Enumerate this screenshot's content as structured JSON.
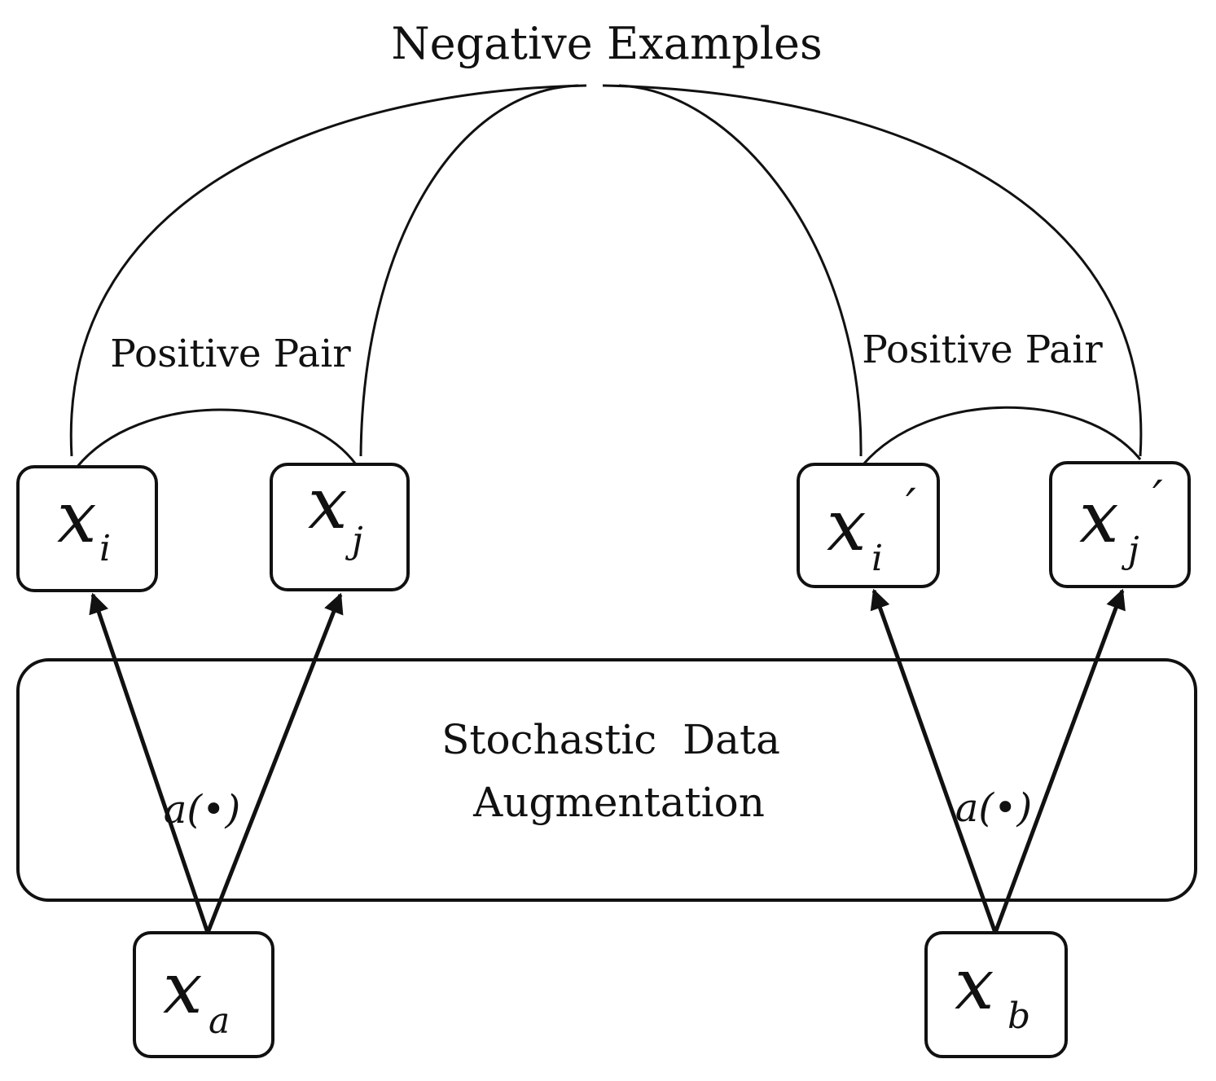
{
  "title": "Negative Examples",
  "positive_pair_labels": [
    "Positive Pair",
    "Positive Pair"
  ],
  "augmentation": {
    "line1": "Stochastic  Data",
    "line2": "Augmentation"
  },
  "views": [
    {
      "symbol": "x",
      "subscript": "i",
      "prime": ""
    },
    {
      "symbol": "x",
      "subscript": "j",
      "prime": ""
    },
    {
      "symbol": "x",
      "subscript": "i",
      "prime": "′"
    },
    {
      "symbol": "x",
      "subscript": "j",
      "prime": "′"
    }
  ],
  "sources": [
    {
      "symbol": "x",
      "subscript": "a"
    },
    {
      "symbol": "x",
      "subscript": "b"
    }
  ],
  "augment_function_labels": [
    "a(•)",
    "a(•)"
  ]
}
